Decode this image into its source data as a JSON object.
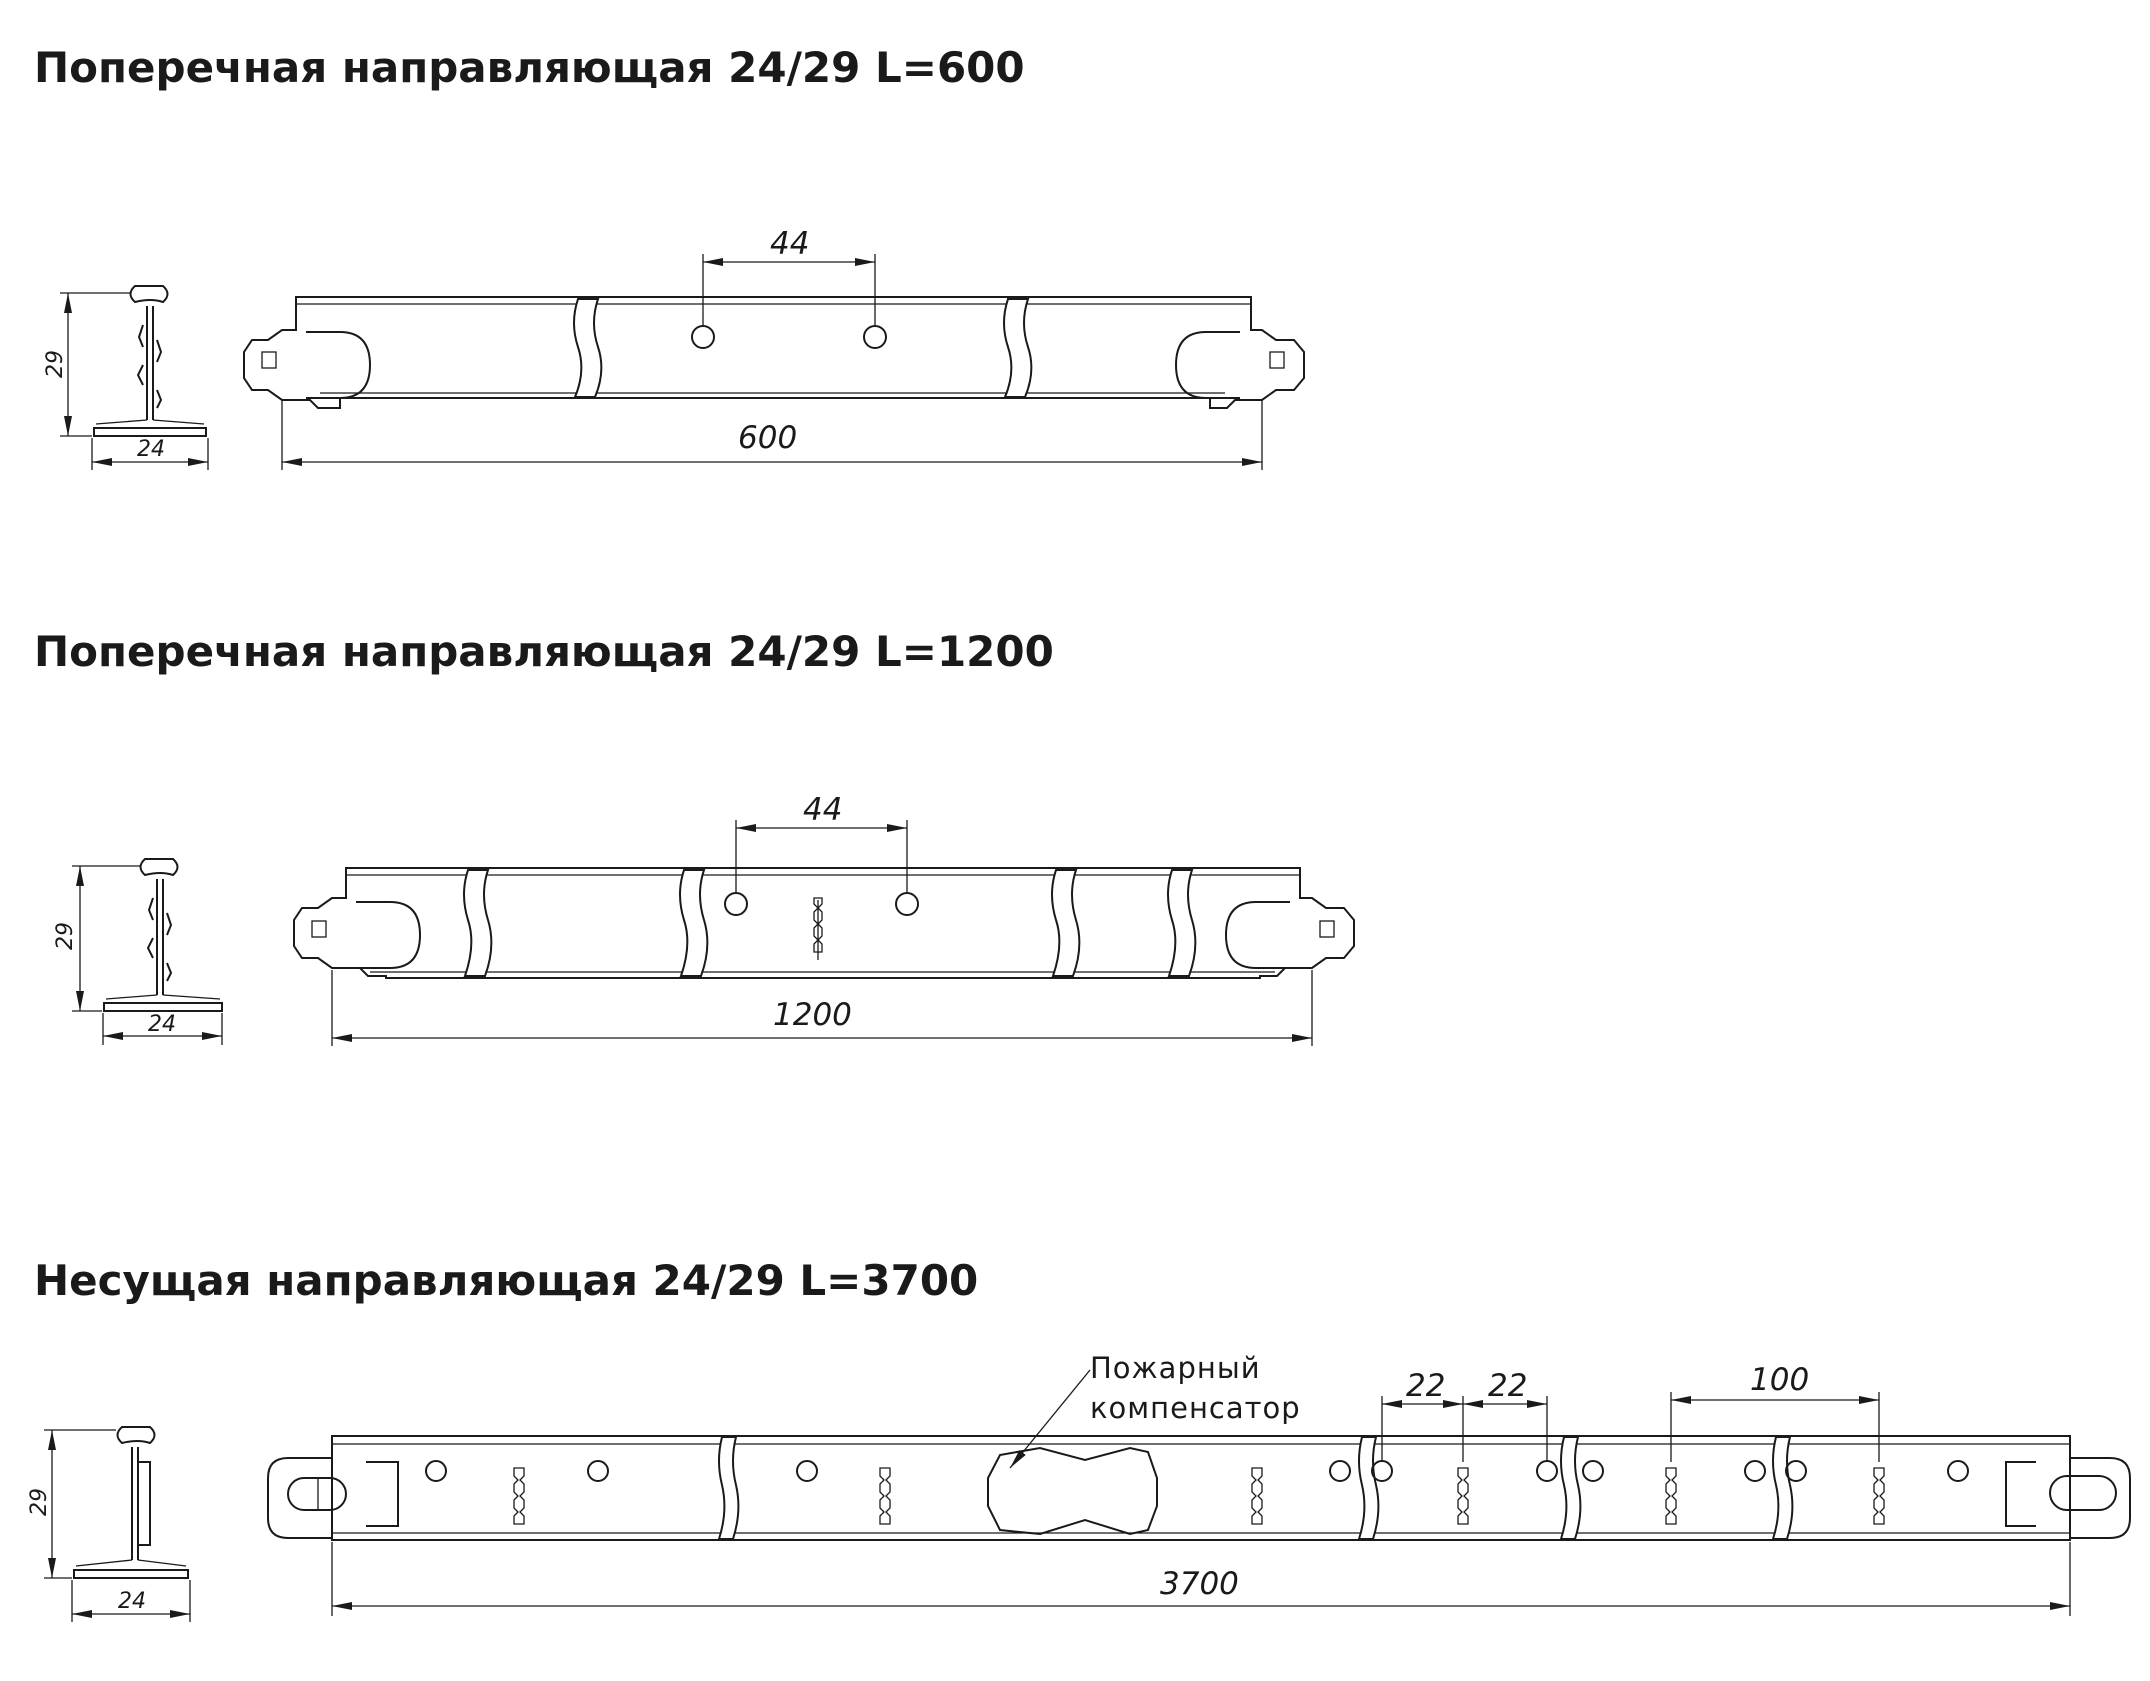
{
  "colors": {
    "ink": "#1a1a1a",
    "background": "#ffffff"
  },
  "sections": [
    {
      "title": "Поперечная направляющая 24/29 L=600",
      "height_dim": "29",
      "width_dim": "24",
      "length_dim": "600",
      "hole_spacing": "44"
    },
    {
      "title": "Поперечная направляющая 24/29 L=1200",
      "height_dim": "29",
      "width_dim": "24",
      "length_dim": "1200",
      "hole_spacing": "44"
    },
    {
      "title": "Несущая направляющая 24/29 L=3700",
      "height_dim": "29",
      "width_dim": "24",
      "length_dim": "3700",
      "spacing_a": "22",
      "spacing_b": "22",
      "spacing_c": "100",
      "note_line1": "Пожарный",
      "note_line2": "компенсатор"
    }
  ]
}
